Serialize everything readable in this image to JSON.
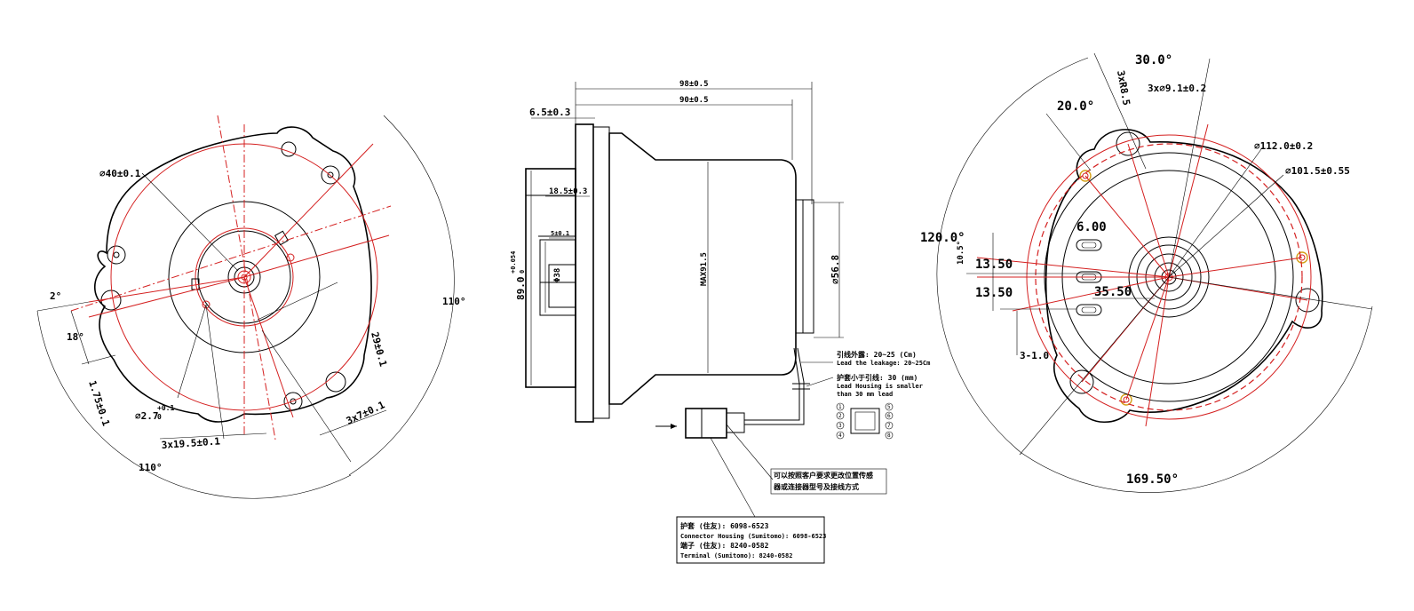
{
  "left_view": {
    "dims": {
      "dia40": "⌀40±0.1",
      "angle2": "2°",
      "angle18": "18°",
      "dim175": "1.75±0.1",
      "dia27": "⌀2.7",
      "dia27_tol_upper": "+0.1",
      "dia27_tol_lower": "0",
      "dim195": "3x19.5±0.1",
      "dim7": "3x7±0.1",
      "dim29": "29±0.1",
      "angle110_right": "110°",
      "angle110_bottom": "110°"
    }
  },
  "side_view": {
    "dims": {
      "total_len": "98±0.5",
      "body_len": "90±0.5",
      "flange": "6.5±0.3",
      "boss": "18.5±0.3",
      "shaft_step": "5±0.1",
      "dia_shaft": "Φ38",
      "dia_89": "89.0",
      "dia_89_tol_upper": "+0.054",
      "dia_89_tol_lower": "0",
      "max_dia": "MAX91.5",
      "dia_568": "⌀56.8"
    },
    "notes": {
      "lead_len_cn": "引线外露: 20~25 (Cm)",
      "lead_len_en": "Lead the leakage: 20~25Cm",
      "housing_cn": "护套小于引线: 30 (mm)",
      "housing_en_1": "Lead Housing is smaller",
      "housing_en_2": "than 30 mm lead",
      "custom_cn_1": "可以按照客户要求更改位置传感",
      "custom_cn_2": "器或连接器型号及接线方式",
      "pins": [
        "1",
        "2",
        "3",
        "4",
        "5",
        "6",
        "7",
        "8"
      ]
    },
    "connector_box": {
      "line1": "护套 (住友): 6098-6523",
      "line2": "Connector Housing (Sumitomo): 6098-6523",
      "line3": "端子 (住友): 8240-0582",
      "line4": "Terminal (Sumitomo): 8240-0582"
    }
  },
  "right_view": {
    "dims": {
      "angle30": "30.0°",
      "r85": "3xR8.5",
      "dia91": "3x⌀9.1±0.2",
      "angle20": "20.0°",
      "dia112": "⌀112.0±0.2",
      "dia1015": "⌀101.5±0.55",
      "angle120": "120.0°",
      "dim105": "10.5°",
      "dim600": "6.00",
      "dim1350a": "13.50",
      "dim1350b": "13.50",
      "dim3550": "35.50",
      "dim31": "3-1.0",
      "angle1695": "169.50°"
    }
  }
}
